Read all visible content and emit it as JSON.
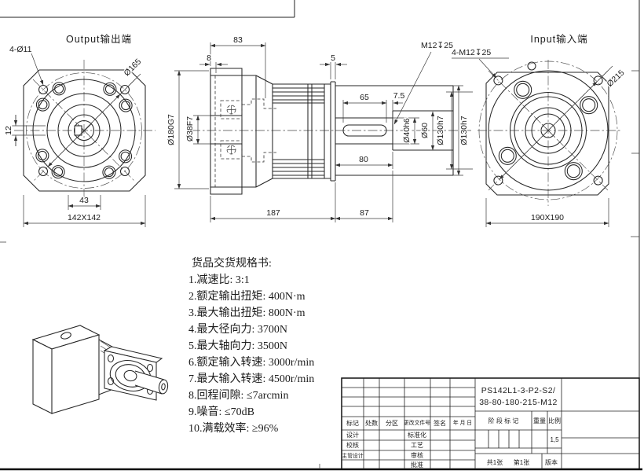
{
  "views": {
    "output": {
      "title": "Output输出端",
      "label_holes": "4-Ø11",
      "dim_bolt_circle": "Ø165",
      "dim_key": "12",
      "dim_43": "43",
      "dim_square": "142X142"
    },
    "side": {
      "dim_83": "83",
      "dim_8": "8",
      "dim_5": "5",
      "label_tap": "M12↧25",
      "dim_65": "65",
      "dim_7_5": "7.5",
      "dim_shaft": "Ø40h6",
      "dim_bore": "Ø60",
      "dim_pilot": "Ø130h7",
      "dim_80": "80",
      "dim_187": "187",
      "dim_87": "87",
      "dim_flange_pilot": "Ø180G7",
      "dim_output_bore": "Ø38F7"
    },
    "input": {
      "title": "Input输入端",
      "label_holes": "4-M12↧25",
      "dim_bolt_circle": "Ø215",
      "dim_pilot": "Ø130h7",
      "dim_square": "190X190"
    }
  },
  "specs": {
    "title": "货品交货规格书:",
    "items": [
      "1.减速比: 3:1",
      "2.额定输出扭矩: 400N·m",
      "3.最大输出扭矩: 800N·m",
      "4.最大径向力: 3700N",
      "5.最大轴向力: 3500N",
      "6.额定输入转速: 3000r/min",
      "7.最大输入转速: 4500r/min",
      "8.回程间隙: ≤7arcmin",
      "9.噪音: ≤70dB",
      "10.满载效率: ≥96%"
    ]
  },
  "title_block": {
    "part_number_line1": "PS142L1-3-P2-S2/",
    "part_number_line2": "38-80-180-215-M12",
    "rev_headers": {
      "mark": "标记",
      "count": "处数",
      "zone": "分区",
      "doc_no": "更改文件号",
      "sign": "签名",
      "date": "年 月 日"
    },
    "roles": {
      "design": "设计",
      "check": "校核",
      "chief": "主管设计",
      "standard": "标准化",
      "process": "工艺",
      "audit": "审核",
      "approve": "批准"
    },
    "stage_label": "阶 段 标 记",
    "weight_label": "重量",
    "scale_label": "比例",
    "scale_value": "1,5",
    "sheet_total": "共1张",
    "sheet_no": "第1张",
    "version_label": "版本"
  }
}
